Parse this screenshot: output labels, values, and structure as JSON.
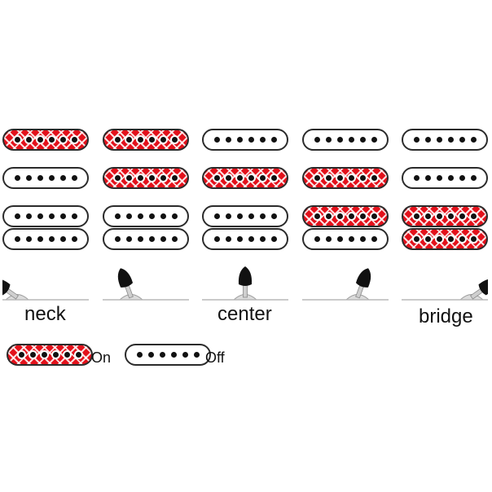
{
  "colors": {
    "on": "#e3111b",
    "off": "#ffffff",
    "outline": "#2b2b2b",
    "pole": "#111111"
  },
  "positions": [
    {
      "label": "neck",
      "pickups": [
        true,
        false,
        [
          false,
          false
        ]
      ],
      "lever": "neck"
    },
    {
      "label": "",
      "pickups": [
        true,
        true,
        [
          false,
          false
        ]
      ],
      "lever": "neck-center"
    },
    {
      "label": "center",
      "pickups": [
        false,
        true,
        [
          false,
          false
        ]
      ],
      "lever": "center"
    },
    {
      "label": "",
      "pickups": [
        false,
        true,
        [
          true,
          false
        ]
      ],
      "lever": "center-bridge"
    },
    {
      "label": "bridge",
      "pickups": [
        false,
        false,
        [
          true,
          true
        ]
      ],
      "lever": "bridge"
    }
  ],
  "legend": {
    "on_label": "On",
    "off_label": "Off"
  },
  "poles_per_pickup": 6
}
